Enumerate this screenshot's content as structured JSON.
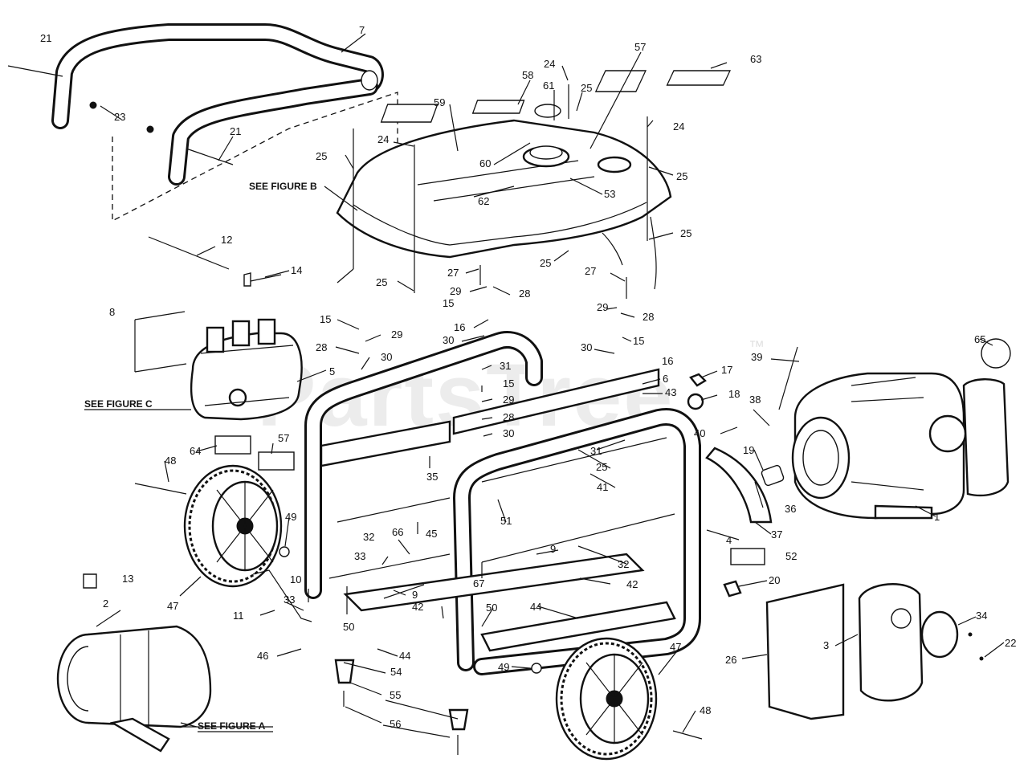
{
  "watermark": "PartsTree",
  "trademark": "™",
  "figure_refs": {
    "a": "SEE FIGURE A",
    "b": "SEE FIGURE B",
    "c": "SEE FIGURE C"
  },
  "callouts": {
    "c21a": "21",
    "c7": "7",
    "c23": "23",
    "c21b": "21",
    "c24a": "24",
    "c58": "58",
    "c57a": "57",
    "c63": "63",
    "c59": "59",
    "c61": "61",
    "c25a": "25",
    "c24b": "24",
    "c24c": "24",
    "c25b": "25",
    "c60": "60",
    "c25c": "25",
    "c62": "62",
    "c53": "53",
    "c25d": "25",
    "c12": "12",
    "c14": "14",
    "c27a": "27",
    "c25e": "25",
    "c27b": "27",
    "c25f": "25",
    "c29a": "29",
    "c28a": "28",
    "c15a": "15",
    "c29b": "29",
    "c28b": "28",
    "c8": "8",
    "c15b": "15",
    "c29c": "29",
    "c16a": "16",
    "c15c": "15",
    "c30a": "30",
    "c30b": "30",
    "c16b": "16",
    "c28c": "28",
    "c30c": "30",
    "c65": "65",
    "c39": "39",
    "c5": "5",
    "c31a": "31",
    "c6": "6",
    "c17": "17",
    "c15d": "15",
    "c43": "43",
    "c18": "18",
    "c29d": "29",
    "c38": "38",
    "c28d": "28",
    "c30d": "30",
    "c40": "40",
    "c64": "64",
    "c57b": "57",
    "c31b": "31",
    "c19": "19",
    "c48a": "48",
    "c25g": "25",
    "c35": "35",
    "c41": "41",
    "c36": "36",
    "c1": "1",
    "c51": "51",
    "c49a": "49",
    "c45": "45",
    "c37": "37",
    "c4": "4",
    "c66": "66",
    "c9a": "9",
    "c32a": "32",
    "c52": "52",
    "c33a": "33",
    "c32b": "32",
    "c47a": "47",
    "c20": "20",
    "c13": "13",
    "c67": "67",
    "c10": "10",
    "c42a": "42",
    "c9b": "9",
    "c42b": "42",
    "c33b": "33",
    "c11": "11",
    "c50a": "50",
    "c44a": "44",
    "c50b": "50",
    "c2": "2",
    "c34": "34",
    "c22": "22",
    "c46": "46",
    "c47b": "47",
    "c44b": "44",
    "c26": "26",
    "c3": "3",
    "c54": "54",
    "c49b": "49",
    "c55": "55",
    "c56": "56",
    "c48b": "48"
  }
}
